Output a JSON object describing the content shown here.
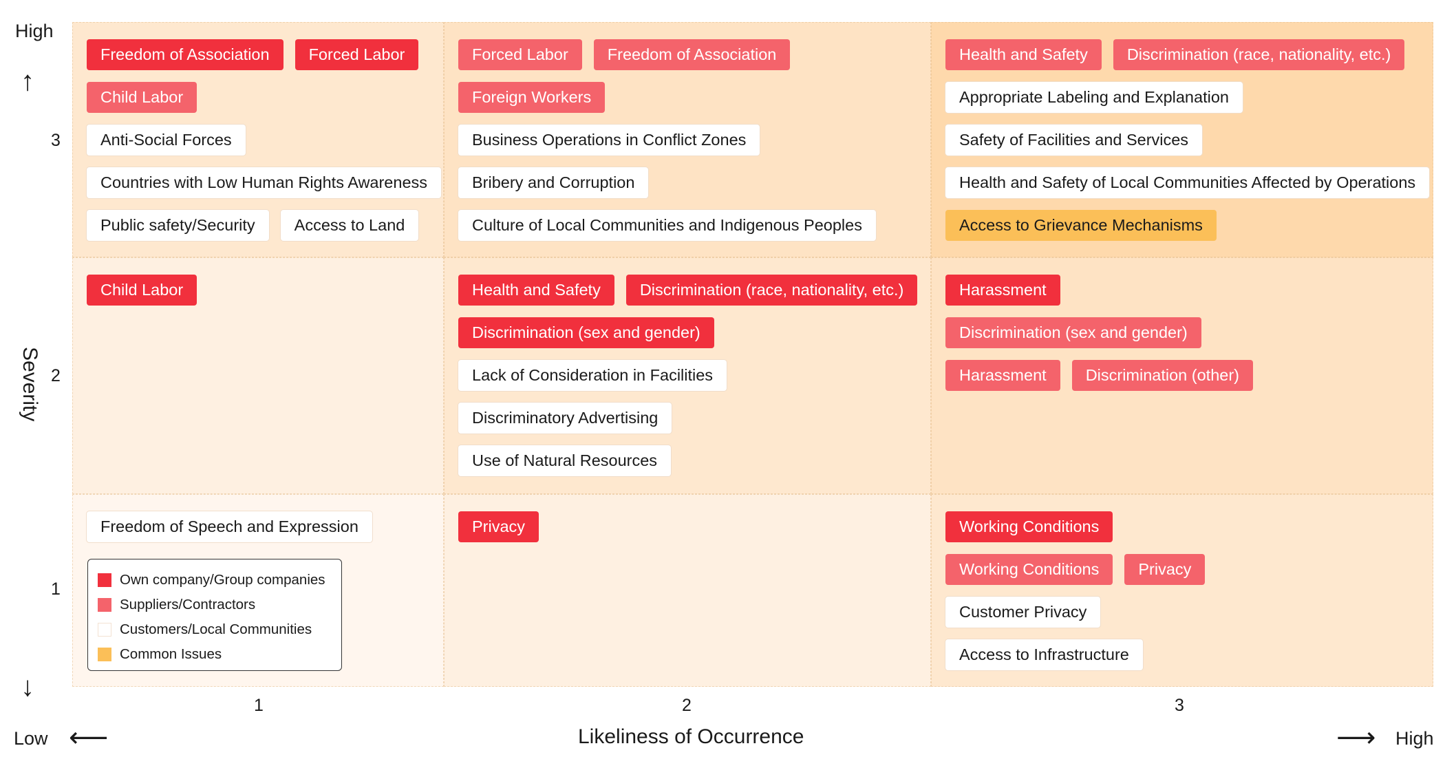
{
  "y_axis": {
    "title": "Severity",
    "high_label": "High",
    "ticks": [
      "3",
      "2",
      "1"
    ]
  },
  "x_axis": {
    "title": "Likeliness of Occurrence",
    "low_label": "Low",
    "high_label": "High",
    "ticks": [
      "1",
      "2",
      "3"
    ]
  },
  "arrows": {
    "up": "↑",
    "down": "↓",
    "left": "⟵",
    "right": "⟶"
  },
  "colors": {
    "own": "#f1303d",
    "sup": "#f4636b",
    "cus": "#ffffff",
    "com": "#fbbf58"
  },
  "legend": [
    {
      "cat": "own",
      "label": "Own company/Group companies"
    },
    {
      "cat": "sup",
      "label": "Suppliers/Contractors"
    },
    {
      "cat": "cus",
      "label": "Customers/Local Communities"
    },
    {
      "cat": "com",
      "label": "Common Issues"
    }
  ],
  "cells": [
    {
      "severity": 3,
      "likelihood": 1,
      "rows": [
        [
          {
            "text": "Freedom of Association",
            "cat": "own"
          },
          {
            "text": "Forced Labor",
            "cat": "own"
          }
        ],
        [
          {
            "text": "Child Labor",
            "cat": "sup"
          }
        ],
        [
          {
            "text": "Anti-Social Forces",
            "cat": "cus"
          }
        ],
        [
          {
            "text": "Countries with Low Human Rights Awareness",
            "cat": "cus"
          }
        ],
        [
          {
            "text": "Public safety/Security",
            "cat": "cus"
          },
          {
            "text": "Access to Land",
            "cat": "cus"
          }
        ]
      ]
    },
    {
      "severity": 3,
      "likelihood": 2,
      "rows": [
        [
          {
            "text": "Forced Labor",
            "cat": "sup"
          },
          {
            "text": "Freedom of Association",
            "cat": "sup"
          }
        ],
        [
          {
            "text": "Foreign Workers",
            "cat": "sup"
          }
        ],
        [
          {
            "text": "Business Operations in Conflict Zones",
            "cat": "cus"
          }
        ],
        [
          {
            "text": "Bribery and Corruption",
            "cat": "cus"
          }
        ],
        [
          {
            "text": "Culture of Local Communities and Indigenous Peoples",
            "cat": "cus"
          }
        ]
      ]
    },
    {
      "severity": 3,
      "likelihood": 3,
      "rows": [
        [
          {
            "text": "Health and Safety",
            "cat": "sup"
          },
          {
            "text": "Discrimination (race, nationality, etc.)",
            "cat": "sup"
          }
        ],
        [
          {
            "text": "Appropriate Labeling and Explanation",
            "cat": "cus"
          }
        ],
        [
          {
            "text": "Safety of Facilities and Services",
            "cat": "cus"
          }
        ],
        [
          {
            "text": "Health and Safety of Local Communities Affected by Operations",
            "cat": "cus"
          }
        ],
        [
          {
            "text": "Access to Grievance Mechanisms",
            "cat": "com"
          }
        ]
      ]
    },
    {
      "severity": 2,
      "likelihood": 1,
      "rows": [
        [
          {
            "text": "Child Labor",
            "cat": "own"
          }
        ]
      ]
    },
    {
      "severity": 2,
      "likelihood": 2,
      "rows": [
        [
          {
            "text": "Health and Safety",
            "cat": "own"
          },
          {
            "text": "Discrimination (race, nationality, etc.)",
            "cat": "own"
          }
        ],
        [
          {
            "text": "Discrimination (sex and gender)",
            "cat": "own"
          }
        ],
        [
          {
            "text": "Lack of Consideration in Facilities",
            "cat": "cus"
          }
        ],
        [
          {
            "text": "Discriminatory Advertising",
            "cat": "cus"
          }
        ],
        [
          {
            "text": "Use of Natural Resources",
            "cat": "cus"
          }
        ]
      ]
    },
    {
      "severity": 2,
      "likelihood": 3,
      "rows": [
        [
          {
            "text": "Harassment",
            "cat": "own"
          }
        ],
        [
          {
            "text": "Discrimination (sex and gender)",
            "cat": "sup"
          }
        ],
        [
          {
            "text": "Harassment",
            "cat": "sup"
          },
          {
            "text": "Discrimination (other)",
            "cat": "sup"
          }
        ]
      ]
    },
    {
      "severity": 1,
      "likelihood": 1,
      "rows": [
        [
          {
            "text": "Freedom of Speech and Expression",
            "cat": "cus"
          }
        ]
      ]
    },
    {
      "severity": 1,
      "likelihood": 2,
      "rows": [
        [
          {
            "text": "Privacy",
            "cat": "own"
          }
        ]
      ]
    },
    {
      "severity": 1,
      "likelihood": 3,
      "rows": [
        [
          {
            "text": "Working Conditions",
            "cat": "own"
          }
        ],
        [
          {
            "text": "Working Conditions",
            "cat": "sup"
          },
          {
            "text": "Privacy",
            "cat": "sup"
          }
        ],
        [
          {
            "text": "Customer Privacy",
            "cat": "cus"
          }
        ],
        [
          {
            "text": "Access to Infrastructure",
            "cat": "cus"
          }
        ]
      ]
    }
  ]
}
